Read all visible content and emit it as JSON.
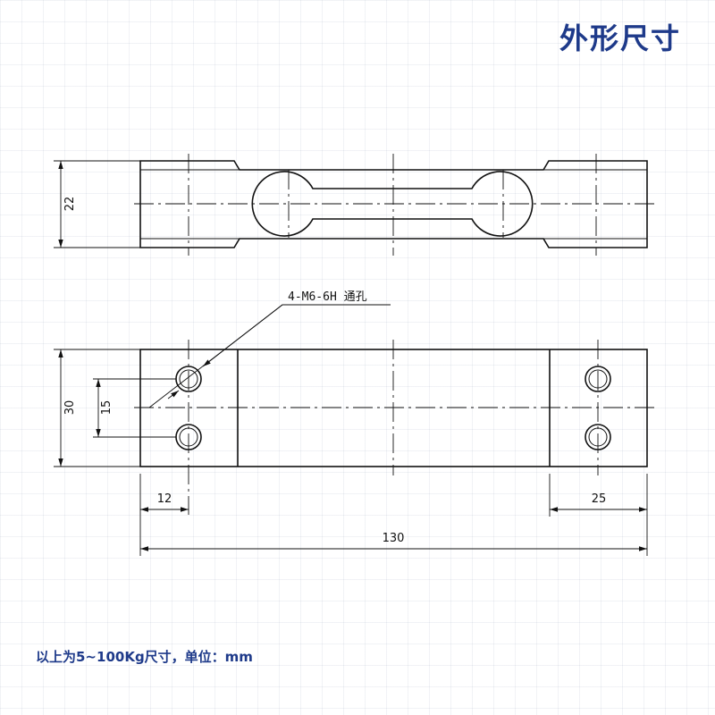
{
  "title": "外形尺寸",
  "footnote": "以上为5~100Kg尺寸，单位：mm",
  "dimensions": {
    "side_height": "22",
    "top_width": "30",
    "hole_spacing": "15",
    "hole_edge_offset": "12",
    "end_block_length": "25",
    "total_length": "130"
  },
  "hole_callout": "4-M6-6H 通孔",
  "colors": {
    "title": "#1e3a8a",
    "line": "#111111",
    "background": "#ffffff"
  }
}
